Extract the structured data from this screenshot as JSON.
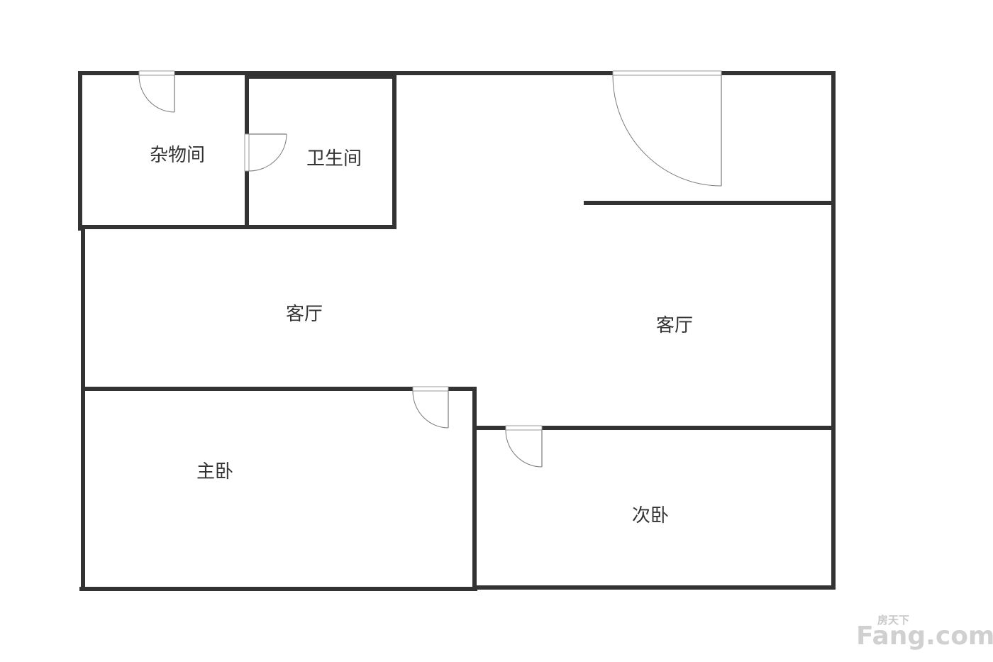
{
  "rooms": {
    "storage": "杂物间",
    "bathroom": "卫生间",
    "living_left": "客厅",
    "living_right": "客厅",
    "master_bedroom": "主卧",
    "second_bedroom": "次卧"
  },
  "watermark": {
    "chinese": "房天下",
    "brand": "Fang.com"
  },
  "colors": {
    "wall": "#333333",
    "door": "#7a7a7a",
    "background": "#ffffff"
  }
}
